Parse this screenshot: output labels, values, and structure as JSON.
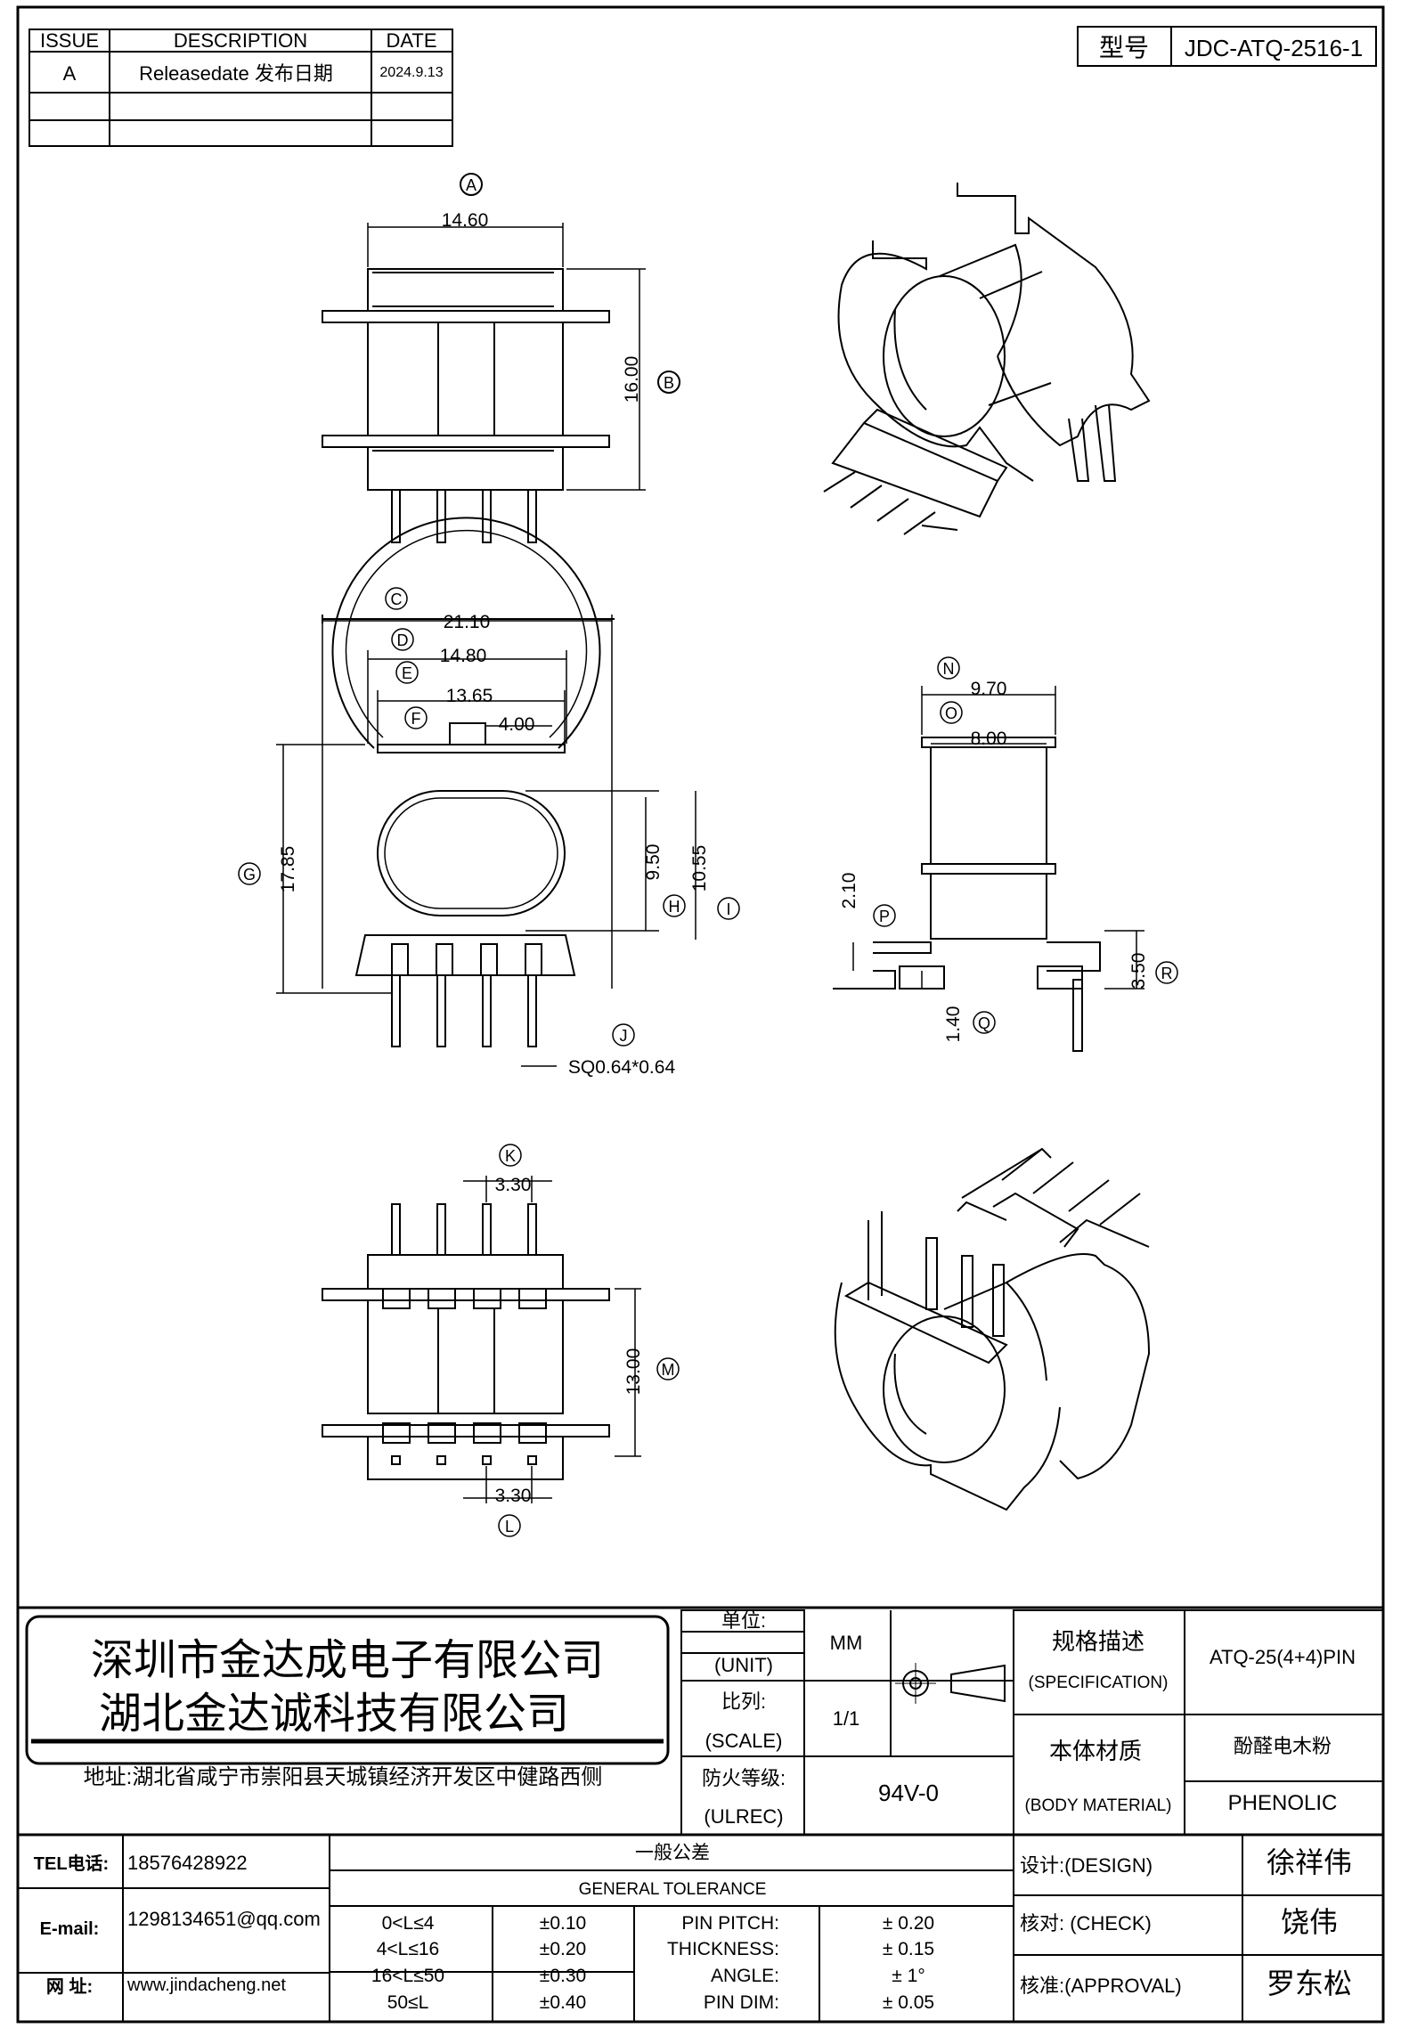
{
  "revision_table": {
    "headers": [
      "ISSUE",
      "DESCRIPTION",
      "DATE"
    ],
    "rows": [
      [
        "A",
        "Releasedate 发布日期",
        "2024.9.13"
      ],
      [
        "",
        "",
        ""
      ],
      [
        "",
        "",
        ""
      ]
    ]
  },
  "model": {
    "label": "型号",
    "value": "JDC-ATQ-2516-1"
  },
  "views": {
    "top": {
      "dims": {
        "A": "14.60",
        "B": "16.00"
      }
    },
    "front": {
      "dims": {
        "C": "21.10",
        "D": "14.80",
        "E": "13.65",
        "F": "4.00",
        "G": "17.85",
        "H": "9.50",
        "I": "10.55",
        "J": "SQ0.64*0.64"
      }
    },
    "side": {
      "dims": {
        "N": "9.70",
        "O": "8.00",
        "P": "2.10",
        "Q": "1.40",
        "R": "3.50"
      }
    },
    "bottom": {
      "dims": {
        "K": "3.30",
        "L": "3.30",
        "M": "13.00"
      }
    }
  },
  "title_block": {
    "company_cn_1": "深圳市金达成电子有限公司",
    "company_cn_2": "湖北金达诚科技有限公司",
    "address": "地址:湖北省咸宁市崇阳县天城镇经济开发区中健路西侧",
    "unit": {
      "label": "单位:",
      "label_en": "(UNIT)",
      "value": "MM"
    },
    "scale": {
      "label": "比列:",
      "label_en": "(SCALE)",
      "value": "1/1"
    },
    "fire": {
      "label": "防火等级:",
      "label_en": "(ULREC)",
      "value": "94V-0"
    },
    "spec": {
      "label": "规格描述",
      "label_en": "(SPECIFICATION)",
      "value": "ATQ-25(4+4)PIN"
    },
    "material": {
      "label": "本体材质",
      "label_en": "(BODY MATERIAL)",
      "value_cn": "酚醛电木粉",
      "value_en": "PHENOLIC"
    },
    "contact": {
      "tel_label": "TEL电话:",
      "tel": "18576428922",
      "email_label": "E-mail:",
      "email": "1298134651@qq.com",
      "web_label": "网  址:",
      "web": "www.jindacheng.net"
    },
    "tolerance": {
      "title_cn": "一般公差",
      "title_en": "GENERAL TOLERANCE",
      "ranges": [
        {
          "range": "0<L≤4",
          "tol": "±0.10"
        },
        {
          "range": "4<L≤16",
          "tol": "±0.20"
        },
        {
          "range": "16<L≤50",
          "tol": "±0.30"
        },
        {
          "range": "50≤L",
          "tol": "±0.40"
        }
      ],
      "others": [
        {
          "label": "PIN PITCH:",
          "tol": "±  0.20"
        },
        {
          "label": "THICKNESS:",
          "tol": "±  0.15"
        },
        {
          "label": "ANGLE:",
          "tol": "±  1°"
        },
        {
          "label": "PIN DIM:",
          "tol": "±  0.05"
        }
      ]
    },
    "signoff": [
      {
        "label": "设计:(DESIGN)",
        "name": "徐祥伟"
      },
      {
        "label": "核对: (CHECK)",
        "name": "饶伟"
      },
      {
        "label": "核准:(APPROVAL)",
        "name": "罗东松"
      }
    ]
  }
}
